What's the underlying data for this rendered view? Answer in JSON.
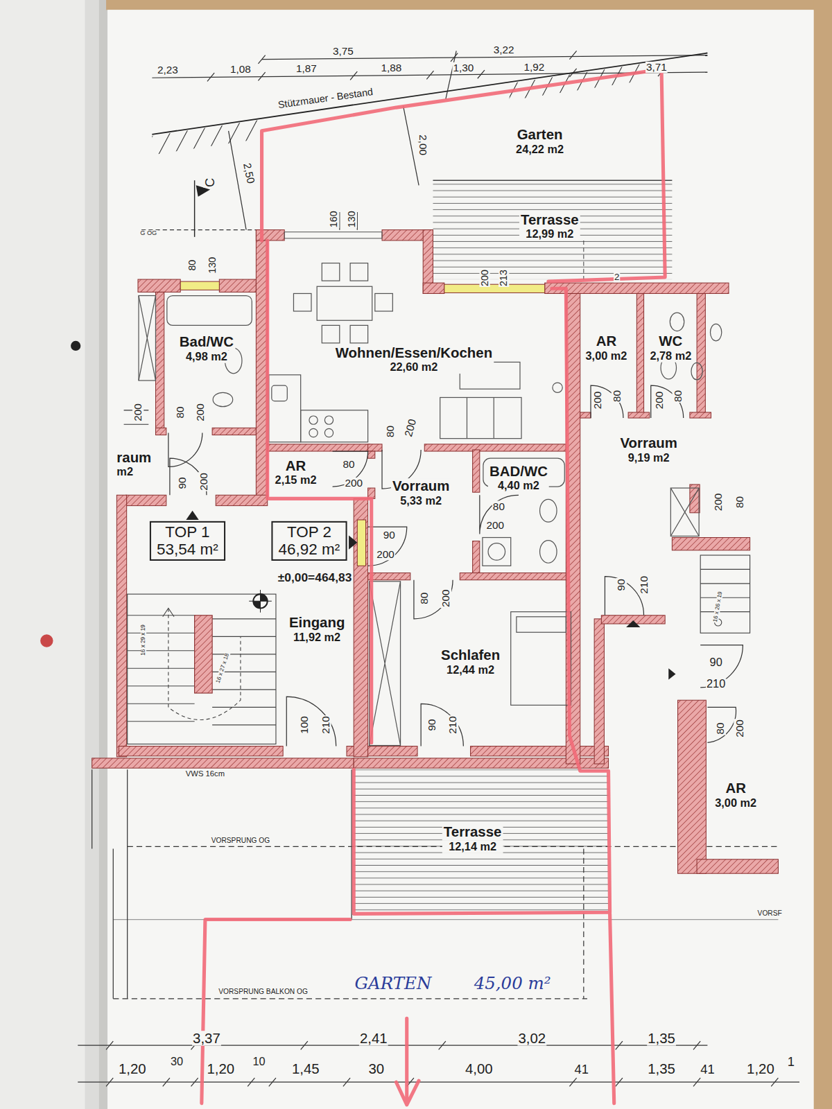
{
  "diagram": {
    "nodes": [
      {
        "text": [
          "Garten",
          "24,22 m2"
        ]
      },
      {
        "text": [
          "Terrasse",
          "12,99 m2"
        ]
      },
      {
        "text": [
          "Bad/WC",
          "4,98 m2"
        ]
      },
      {
        "text": [
          "Wohnen/Essen/Kochen",
          "22,60 m2"
        ]
      },
      {
        "text": [
          "AR",
          "3,00 m2"
        ]
      },
      {
        "text": [
          "WC",
          "2,78 m2"
        ]
      },
      {
        "text": [
          "raum",
          "m2"
        ]
      },
      {
        "text": [
          "AR",
          "2,15 m2"
        ]
      },
      {
        "text": [
          "Vorraum",
          "5,33 m2"
        ]
      },
      {
        "text": [
          "BAD/WC",
          "4,40 m2"
        ]
      },
      {
        "text": [
          "Vorraum",
          "9,19 m2"
        ]
      },
      {
        "text": [
          "TOP 1",
          "53,54 m²"
        ]
      },
      {
        "text": [
          "TOP 2",
          "46,92 m²"
        ]
      },
      {
        "text": [
          "Eingang",
          "11,92 m2"
        ]
      },
      {
        "text": [
          "Schlafen",
          "12,44 m2"
        ]
      },
      {
        "text": [
          "AR",
          "3,00 m2"
        ]
      },
      {
        "text": [
          "Terrasse",
          "12,14 m2"
        ]
      },
      {
        "text": [
          "GARTEN",
          "45,00 m²"
        ]
      }
    ],
    "labels": [
      "3,75",
      "3,22",
      "2,23",
      "1,08",
      "1,87",
      "1,88",
      "1,30",
      "1,92",
      "3,71",
      "Stützmauer - Bestand",
      "2,00",
      "2,50",
      "C",
      "G OG",
      "160",
      "130",
      "80",
      "130",
      "200",
      "213",
      "2",
      "200",
      "80",
      "200",
      "80",
      "200",
      "90",
      "200",
      "80",
      "200",
      "80",
      "200",
      "90",
      "200",
      "80",
      "200",
      "200",
      "80",
      "200",
      "80",
      "200",
      "80",
      "90",
      "210",
      "90",
      "210",
      "80",
      "200",
      "±0,00=464,83",
      "16 x 29 x 19",
      "16 x 27 x 18",
      "16 x 26 x 19",
      "100",
      "210",
      "90",
      "210",
      "VWS 16cm",
      "VORSPRUNG OG",
      "VORSPRUNG BALKON OG",
      "VORSF",
      "3,37",
      "2,41",
      "3,02",
      "1,35",
      "1,20",
      "30",
      "1,20",
      "10",
      "1,45",
      "30",
      "4,00",
      "41",
      "1,35",
      "41",
      "1,20",
      "1"
    ]
  }
}
